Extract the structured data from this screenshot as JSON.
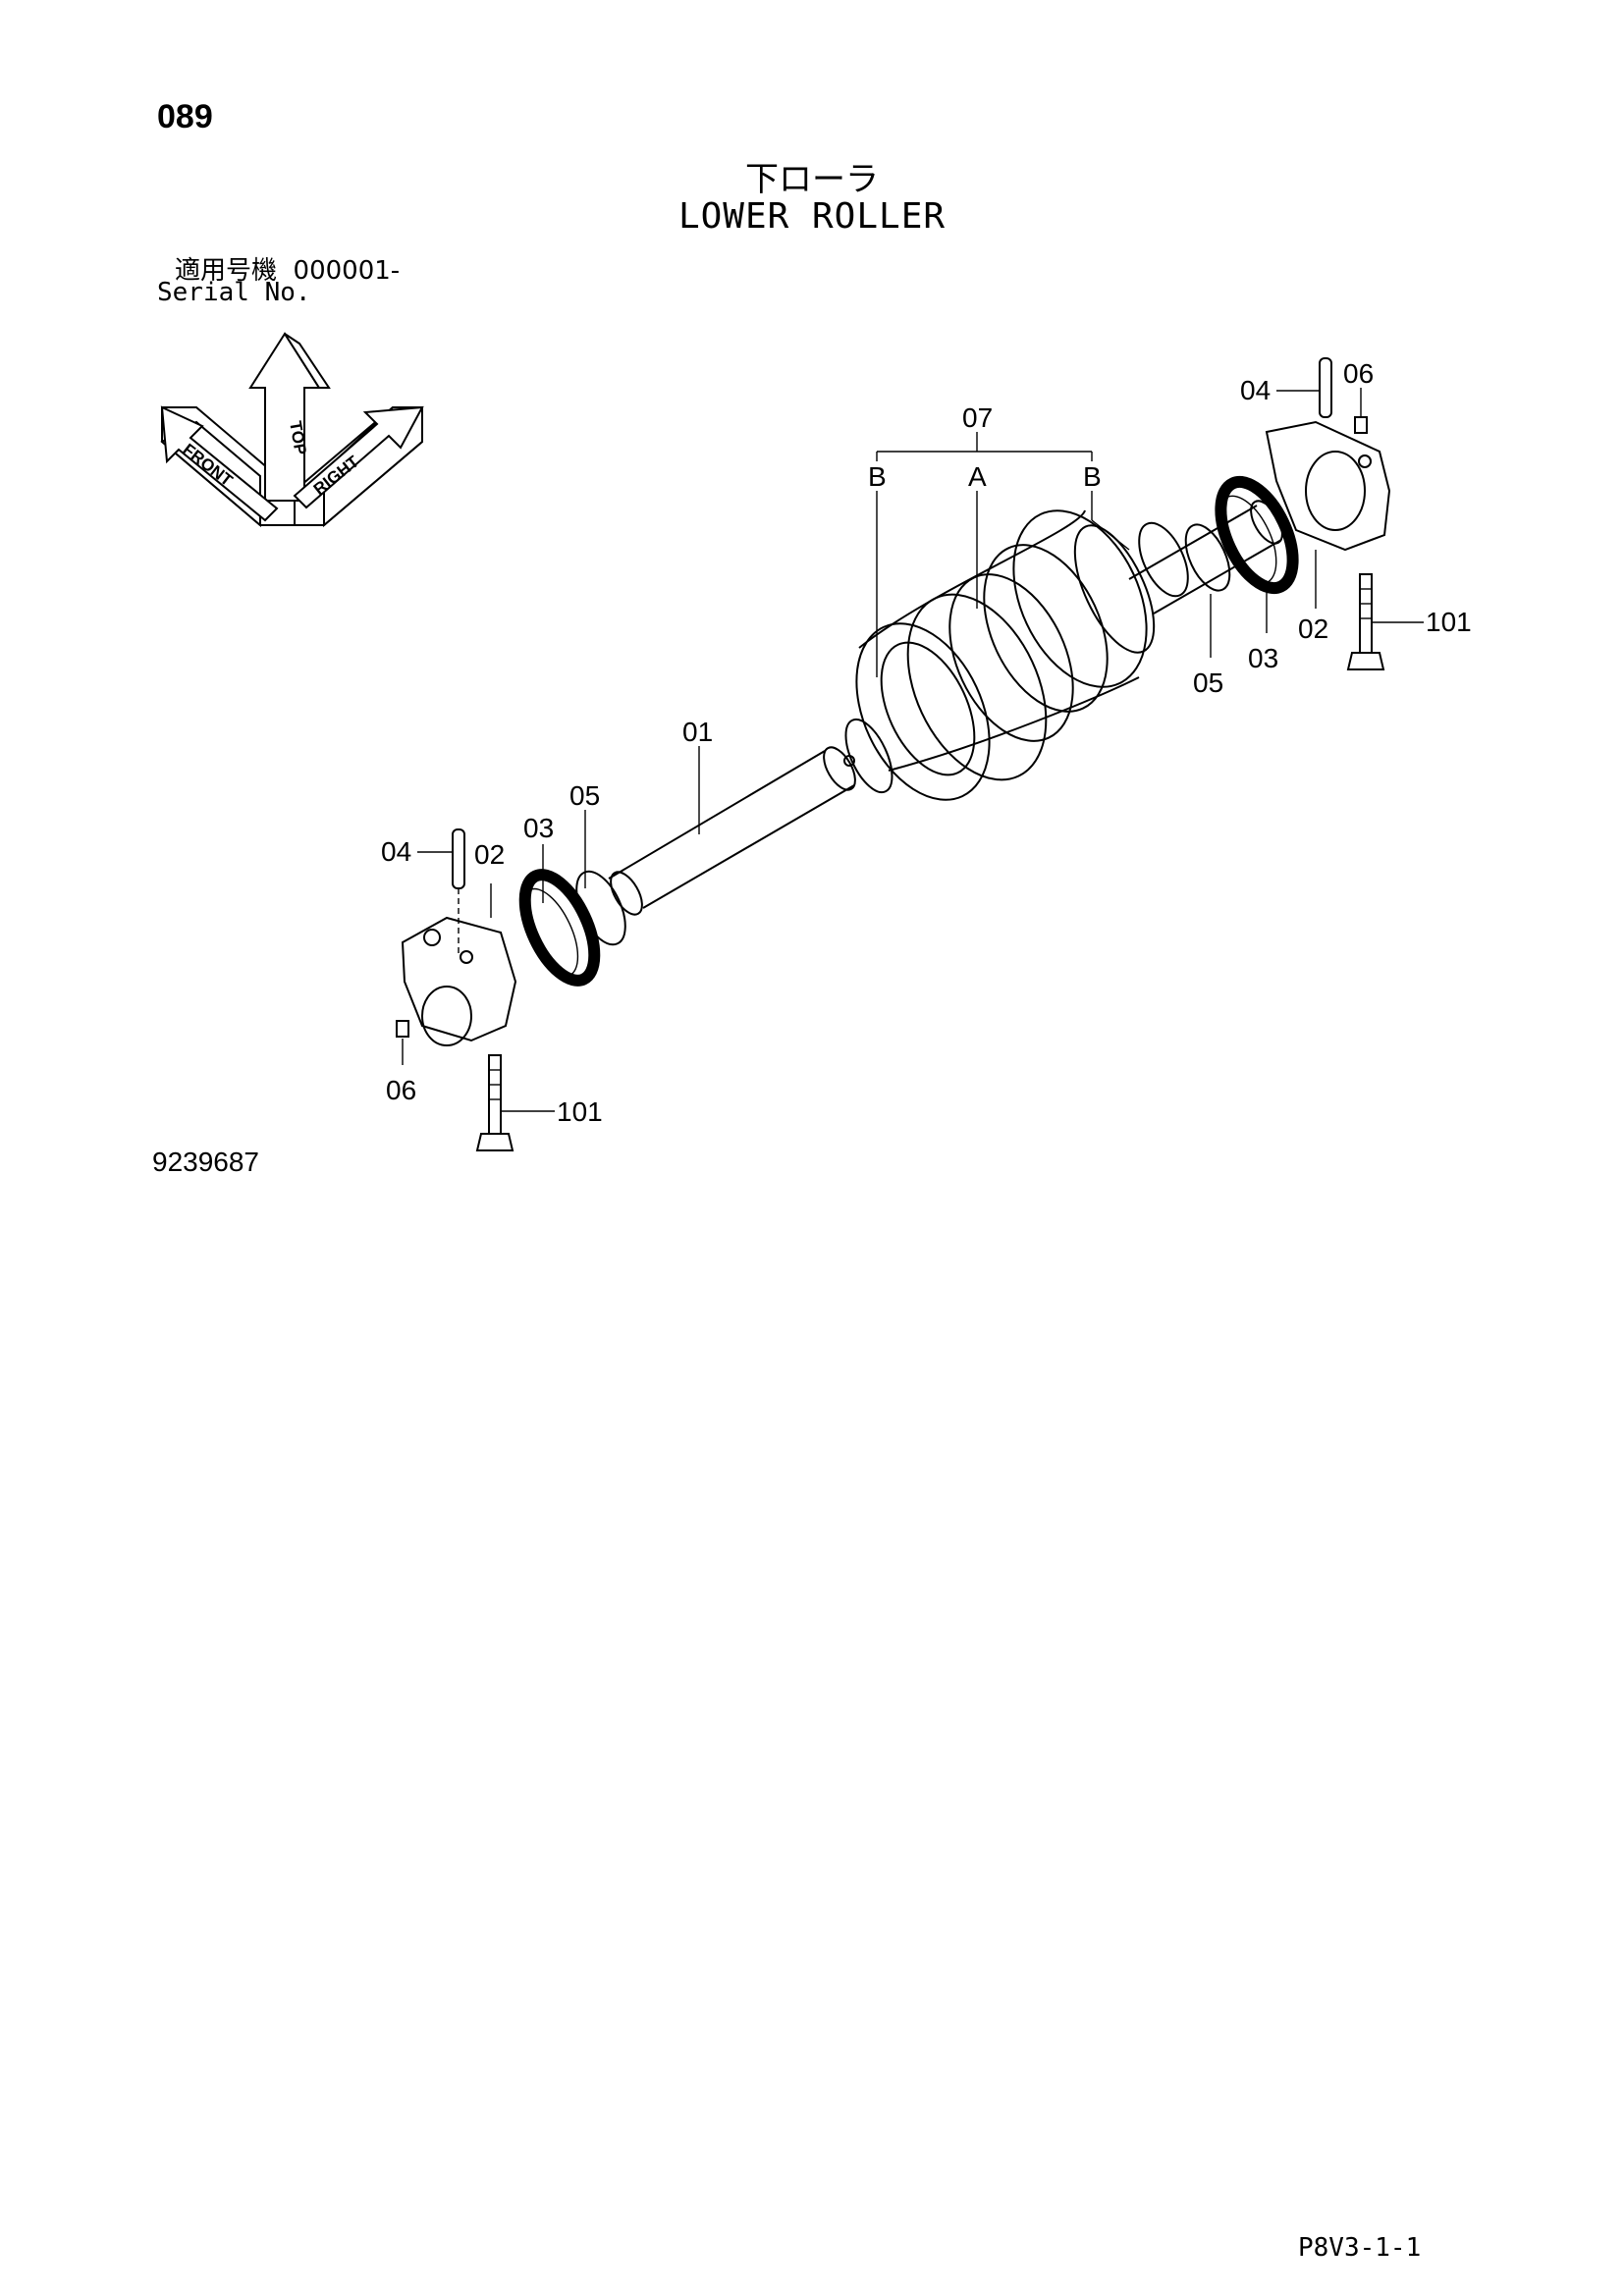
{
  "header": {
    "page_number": "089",
    "title_jp": "下ローラ",
    "title_en": "LOWER ROLLER",
    "serial_label_jp": "適用号機",
    "serial_value": "000001-",
    "serial_label_en": "Serial No."
  },
  "orientation": {
    "top": "TOP",
    "front": "FRONT",
    "right": "RIGHT"
  },
  "callouts": {
    "shaft": "01",
    "collar_left": "02",
    "collar_right": "02",
    "seal_left": "03",
    "seal_right": "03",
    "pin_left": "04",
    "pin_right": "04",
    "ring_left": "05",
    "ring_right": "05",
    "plug_left": "06",
    "plug_right": "06",
    "roller_assy": "07",
    "roller_a": "A",
    "roller_b_left": "B",
    "roller_b_right": "B",
    "bolt_left": "101",
    "bolt_right": "101"
  },
  "footer": {
    "drawing_number": "9239687",
    "page_code": "P8V3-1-1"
  }
}
